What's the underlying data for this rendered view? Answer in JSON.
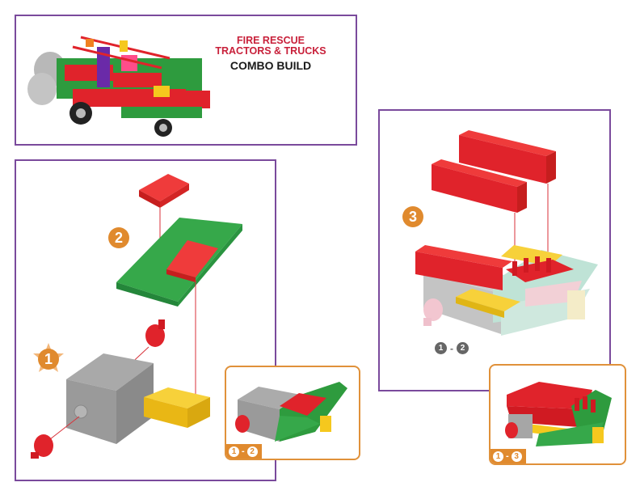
{
  "header": {
    "line1": "FIRE RESCUE",
    "line2": "TRACTORS & TRUCKS",
    "line3": "COMBO BUILD"
  },
  "steps": [
    {
      "number": "1",
      "badge": "star-badge"
    },
    {
      "number": "2",
      "badge": "circle-badge"
    },
    {
      "number": "3",
      "badge": "circle-badge"
    }
  ],
  "insets": {
    "left": {
      "from": "1",
      "sep": "-",
      "to": "2"
    },
    "right": {
      "from": "1",
      "sep": "-",
      "to": "3"
    }
  },
  "progress_reference": {
    "from": "1",
    "sep": "-",
    "to": "2"
  },
  "colors": {
    "panel_border": "#7a4a9c",
    "accent_orange": "#e08a2e",
    "title_red": "#c8203a",
    "brick_red": "#e0232b",
    "brick_green": "#2e9b3e",
    "brick_yellow": "#f5c81e",
    "brick_grey": "#9a9a9a"
  }
}
